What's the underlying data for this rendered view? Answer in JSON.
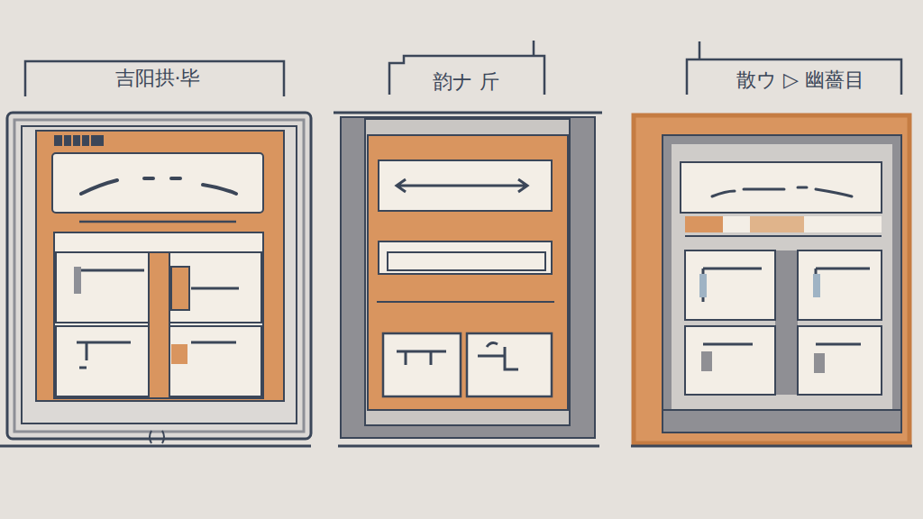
{
  "diagram": {
    "nodes": [
      {
        "text": [
          "吉阳拱·毕"
        ]
      },
      {
        "text": [
          "韵ナ 斤"
        ]
      },
      {
        "text": [
          "散ウ ▷ 幽薔目"
        ]
      }
    ]
  }
}
